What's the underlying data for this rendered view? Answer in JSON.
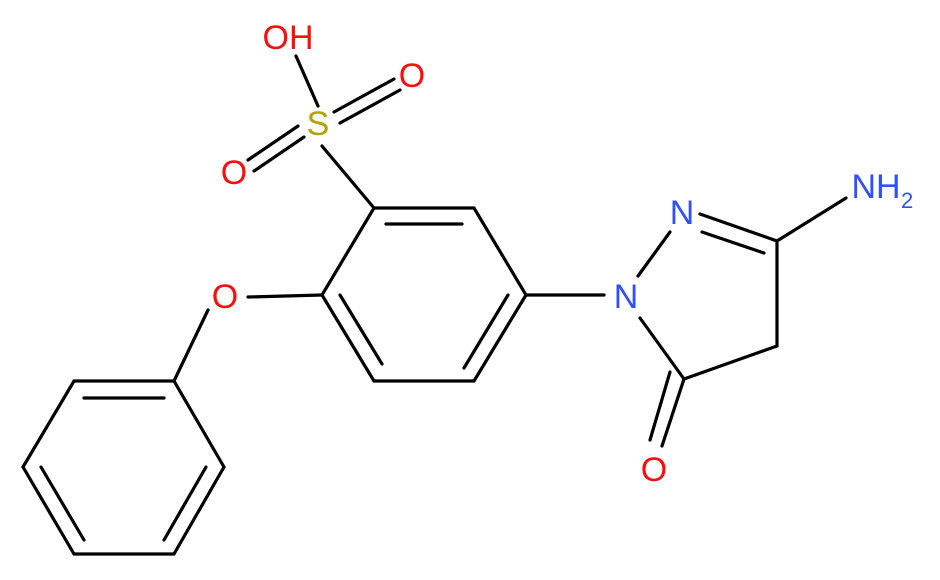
{
  "colors": {
    "bond": "#000000",
    "oxygen": "#ff0d0d",
    "nitrogen": "#3050f8",
    "sulfur": "#b2a200"
  },
  "atoms": {
    "oh": {
      "text": "OH",
      "element": "oxygen"
    },
    "o_sulfonyl_right": {
      "text": "O",
      "element": "oxygen"
    },
    "s": {
      "text": "S",
      "element": "sulfur"
    },
    "o_sulfonyl_left": {
      "text": "O",
      "element": "oxygen"
    },
    "o_ether": {
      "text": "O",
      "element": "oxygen"
    },
    "n_upper": {
      "text": "N",
      "element": "nitrogen"
    },
    "n_lower": {
      "text": "N",
      "element": "nitrogen"
    },
    "nh2": {
      "text": "NH",
      "sub": "2",
      "element": "nitrogen"
    },
    "o_carbonyl": {
      "text": "O",
      "element": "oxygen"
    }
  }
}
